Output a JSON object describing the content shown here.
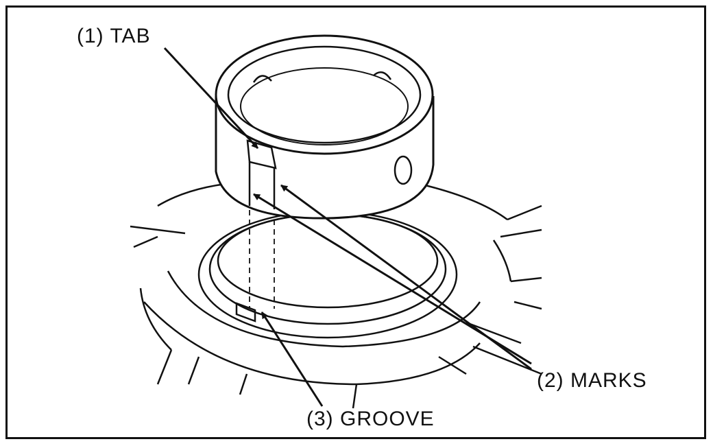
{
  "labels": {
    "tab": "(1) TAB",
    "marks": "(2) MARKS",
    "groove": "(3) GROOVE"
  },
  "colors": {
    "ink": "#111111",
    "paper": "#ffffff"
  }
}
